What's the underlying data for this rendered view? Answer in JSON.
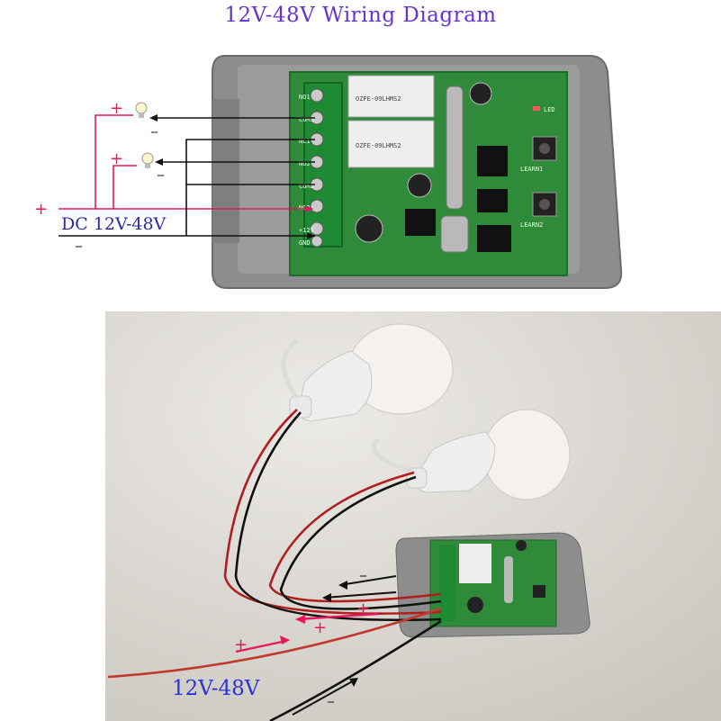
{
  "title": "12V-48V Wiring Diagram",
  "diagram": {
    "supply_label": "DC 12V-48V",
    "plus": "+",
    "minus": "_",
    "terminals": [
      "NO1",
      "COM1",
      "NC1",
      "NO2",
      "COM2",
      "NC2",
      "+12V",
      "GND"
    ],
    "relay_text": [
      "OZFE-09LHMS2",
      "OZFE-09LHMS2"
    ],
    "led_label": "LED",
    "button_labels": [
      "LEARN1",
      "LEARN2"
    ]
  },
  "photo": {
    "supply_label": "12V-48V",
    "plus": "+",
    "minus": "_"
  },
  "colors": {
    "title": "#6633cc",
    "positive_wire": "#e5175f",
    "negative_wire": "#111111",
    "pcb": "#2f8a3a",
    "case": "#8e8e8e",
    "photo_label": "#2b34d6"
  }
}
